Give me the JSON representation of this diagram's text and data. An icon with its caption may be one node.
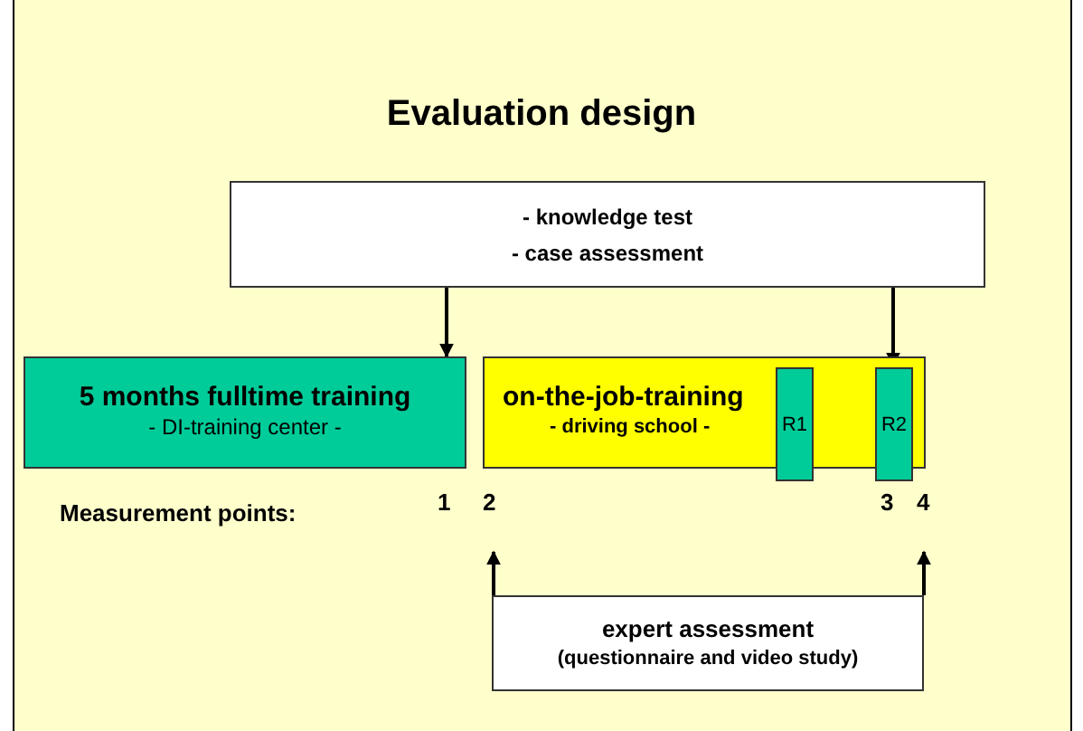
{
  "diagram": {
    "title": "Evaluation design",
    "nodes": [
      {
        "text": [
          "- knowledge test",
          "- case assessment"
        ]
      },
      {
        "text": [
          "5 months fulltime training",
          "- DI-training center -"
        ]
      },
      {
        "text": [
          "on-the-job-training",
          "- driving school -"
        ]
      },
      {
        "text": [
          "R1"
        ],
        "in": 2
      },
      {
        "text": [
          "R2"
        ],
        "in": 2
      },
      {
        "text": [
          "expert assessment",
          "(questionnaire and video study)"
        ]
      }
    ],
    "edges": [
      {
        "from": 0,
        "to": 1,
        "arrow": "to"
      },
      {
        "from": 0,
        "to": 4,
        "arrow": "to"
      },
      {
        "from": 5,
        "to": null,
        "arrow": "to"
      },
      {
        "from": 5,
        "to": null,
        "arrow": "to"
      }
    ],
    "labels": [
      "Measurement points:",
      "1",
      "2",
      "3",
      "4"
    ]
  }
}
